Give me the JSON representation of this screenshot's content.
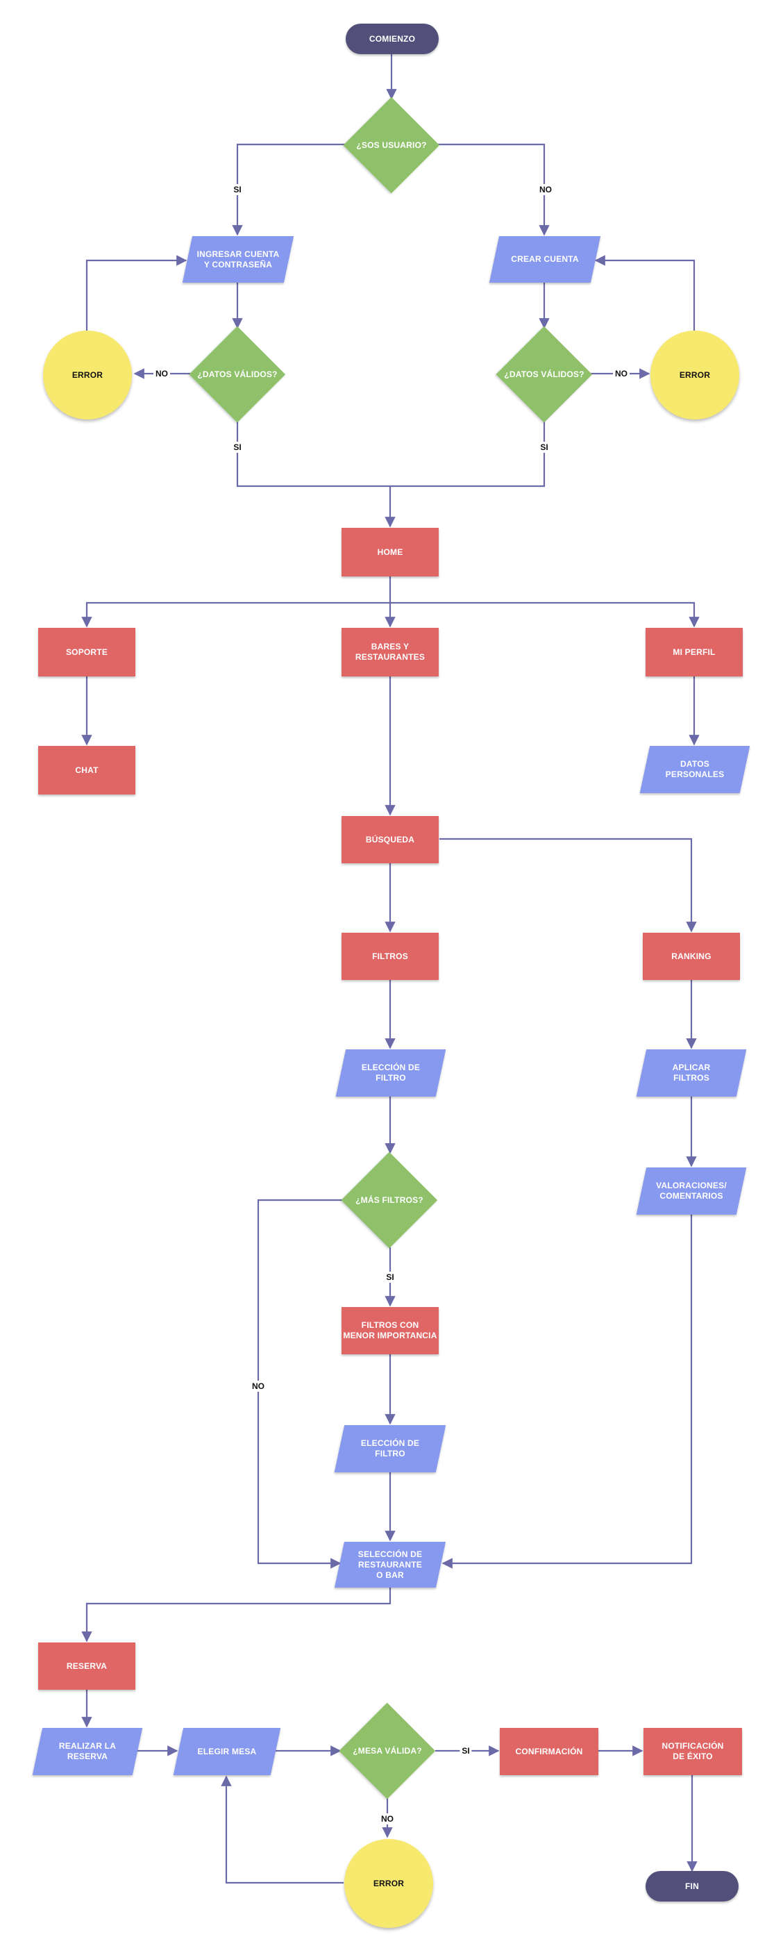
{
  "colors": {
    "terminal": "#52507a",
    "process": "#e06666",
    "io": "#8799ee",
    "decision": "#8fc16a",
    "error": "#f7e86e",
    "connector": "#6b6aa8"
  },
  "nodes": {
    "comienzo": "COMIENZO",
    "sos_usuario": "¿SOS USUARIO?",
    "ingresar_cuenta": "INGRESAR CUENTA\nY CONTRASEÑA",
    "crear_cuenta": "CREAR CUENTA",
    "datos_validos_left": "¿DATOS VÁLIDOS?",
    "datos_validos_right": "¿DATOS VÁLIDOS?",
    "error_left": "ERROR",
    "error_right": "ERROR",
    "home": "HOME",
    "soporte": "SOPORTE",
    "bares": "BARES Y\nRESTAURANTES",
    "mi_perfil": "MI PERFIL",
    "chat": "CHAT",
    "datos_personales": "DATOS\nPERSONALES",
    "busqueda": "BÚSQUEDA",
    "filtros": "FILTROS",
    "ranking": "RANKING",
    "eleccion_filtro_1": "ELECCIÓN DE\nFILTRO",
    "aplicar_filtros": "APLICAR\nFILTROS",
    "mas_filtros": "¿MÁS FILTROS?",
    "valoraciones": "VALORACIONES/\nCOMENTARIOS",
    "filtros_menor": "FILTROS CON\nMENOR IMPORTANCIA",
    "eleccion_filtro_2": "ELECCIÓN DE\nFILTRO",
    "seleccion": "SELECCIÓN DE\nRESTAURANTE\nO BAR",
    "reserva": "RESERVA",
    "realizar_reserva": "REALIZAR LA\nRESERVA",
    "elegir_mesa": "ELEGIR MESA",
    "mesa_valida": "¿MESA VÁLIDA?",
    "confirmacion": "CONFIRMACIÓN",
    "notificacion": "NOTIFICACIÓN\nDE ÉXITO",
    "error_bottom": "ERROR",
    "fin": "FIN"
  },
  "labels": {
    "si_user": "SI",
    "no_user": "NO",
    "no_left": "NO",
    "no_right": "NO",
    "si_left": "SI",
    "si_right": "SI",
    "si_filtros": "SI",
    "no_filtros": "NO",
    "si_mesa": "SI",
    "no_mesa": "NO"
  }
}
